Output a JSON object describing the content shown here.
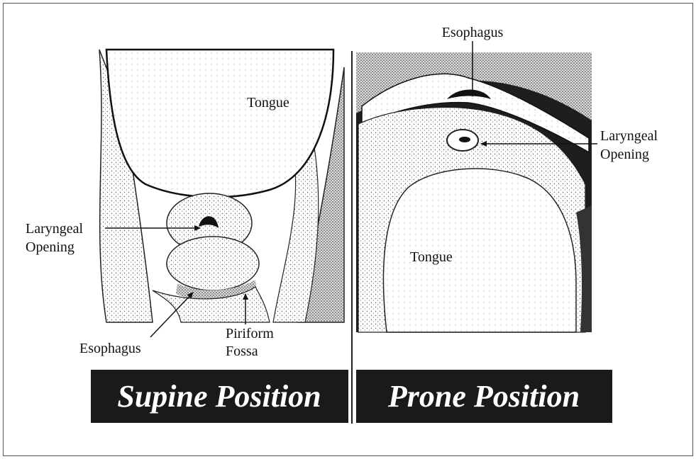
{
  "figure": {
    "colors": {
      "ink": "#111111",
      "banner_bg": "#1a1a1a",
      "banner_text": "#ffffff",
      "paper": "#ffffff"
    },
    "supine": {
      "banner": "Supine Position",
      "labels": {
        "tongue": "Tongue",
        "laryngeal_line1": "Laryngeal",
        "laryngeal_line2": "Opening",
        "esophagus": "Esophagus",
        "piriform_line1": "Piriform",
        "piriform_line2": "Fossa"
      }
    },
    "prone": {
      "banner": "Prone Position",
      "labels": {
        "esophagus": "Esophagus",
        "laryngeal_line1": "Laryngeal",
        "laryngeal_line2": "Opening",
        "tongue": "Tongue"
      }
    }
  }
}
